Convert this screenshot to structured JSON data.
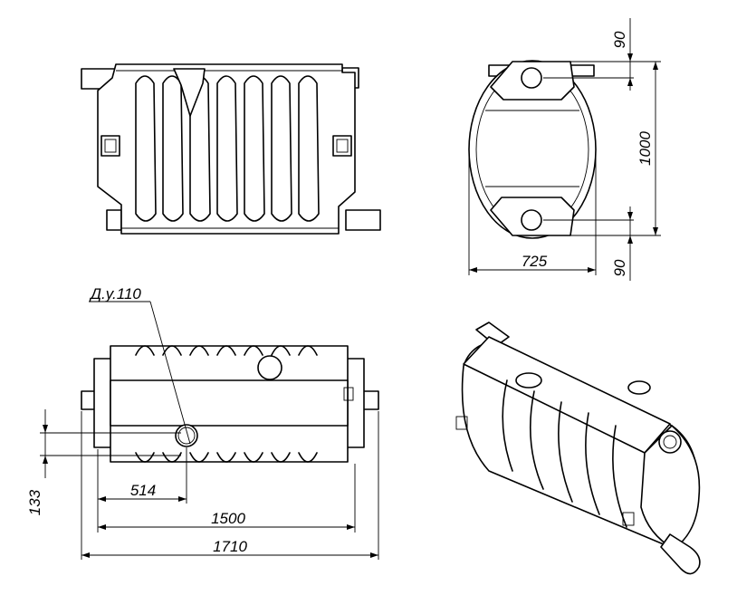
{
  "dimensions": {
    "top_offset": "90",
    "height": "1000",
    "bottom_offset": "90",
    "width": "725",
    "nominal_diameter": "Д.у.110",
    "inlet_height": "133",
    "inlet_position": "514",
    "body_length": "1500",
    "overall_length": "1710"
  }
}
